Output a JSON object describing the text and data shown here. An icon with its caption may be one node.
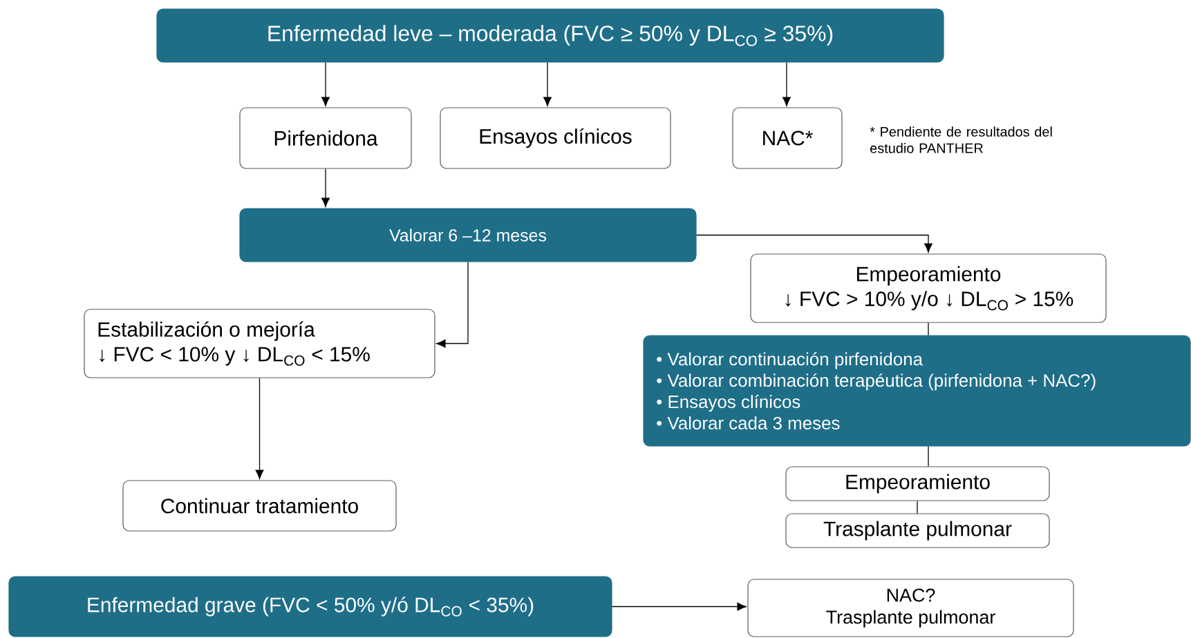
{
  "diagram": {
    "nodes": [
      {
        "text": [
          "Enfermedad leve – moderada (FVC ≥ 50% y DL$_{CO}$ ≥ 35%)"
        ]
      },
      {
        "text": [
          "Pirfenidona"
        ]
      },
      {
        "text": [
          "Ensayos clínicos"
        ]
      },
      {
        "text": [
          "NAC*"
        ]
      },
      {
        "text": [
          "Valorar 6 –12 meses"
        ]
      },
      {
        "text": [
          "Empeoramiento",
          "↓ FVC > 10% y/o ↓ DL$_{CO}$ > 15%"
        ]
      },
      {
        "text": [
          "Estabilización o mejoría",
          "↓ FVC < 10% y ↓ DL$_{CO}$ < 15%"
        ]
      },
      {
        "text": [
          "• Valorar continuación pirfenidona",
          "• Valorar combinación terapéutica (pirfenidona + NAC?)",
          "• Ensayos clínicos",
          "• Valorar cada 3 meses"
        ]
      },
      {
        "text": [
          "Continuar tratamiento"
        ]
      },
      {
        "text": [
          "Empeoramiento"
        ]
      },
      {
        "text": [
          "Trasplante pulmonar"
        ]
      },
      {
        "text": [
          "Enfermedad grave (FVC < 50% y/ó DL$_{CO}$ < 35%)"
        ]
      },
      {
        "text": [
          "NAC?",
          "Trasplante pulmonar"
        ]
      }
    ],
    "edges": [
      {
        "from": 0,
        "to": 1,
        "arrow": "to"
      },
      {
        "from": 0,
        "to": 2,
        "arrow": "to"
      },
      {
        "from": 0,
        "to": 3,
        "arrow": "to"
      },
      {
        "from": 1,
        "to": 4,
        "arrow": "to"
      },
      {
        "from": 4,
        "to": 5,
        "arrow": "to"
      },
      {
        "from": 4,
        "to": 6,
        "arrow": "to"
      },
      {
        "from": 5,
        "to": 7,
        "arrow": "none"
      },
      {
        "from": 7,
        "to": 9,
        "arrow": "none"
      },
      {
        "from": 9,
        "to": 10,
        "arrow": "none"
      },
      {
        "from": 6,
        "to": 8,
        "arrow": "to"
      },
      {
        "from": 11,
        "to": 12,
        "arrow": "to"
      }
    ],
    "labels": [
      "* Pendiente de resultados del estudio PANTHER"
    ]
  }
}
